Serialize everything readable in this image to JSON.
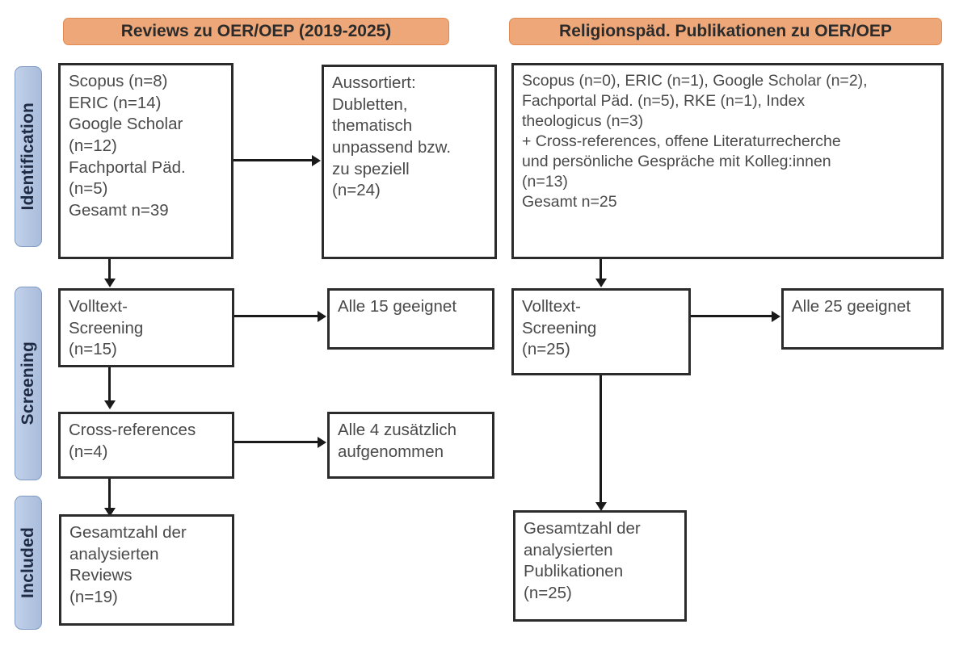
{
  "figure": {
    "type": "prisma-flow-diagram",
    "columns": [
      {
        "id": "reviews",
        "header": "Reviews zu OER/OEP (2019-2025)"
      },
      {
        "id": "religionspaed",
        "header": "Religionspäd. Publikationen zu OER/OEP"
      }
    ],
    "stages": [
      {
        "id": "identification",
        "label": "Identification"
      },
      {
        "id": "screening",
        "label": "Screening"
      },
      {
        "id": "included",
        "label": "Included"
      }
    ],
    "colors": {
      "header_fill": "#eda778",
      "header_border": "#e08a52",
      "stage_fill": "#b5c7e3",
      "stage_border": "#7f9bc4",
      "box_border": "#2b2b2b",
      "box_fill": "#ffffff",
      "text": "#4a4a4a",
      "connector": "#1a1a1a"
    }
  },
  "boxes": {
    "left_identification": "Scopus (n=8)\nERIC (n=14)\nGoogle Scholar\n(n=12)\nFachportal Päd.\n(n=5)\nGesamt n=39",
    "left_excluded": "Aussortiert:\nDubletten,\nthematisch\nunpassend bzw.\nzu speziell\n(n=24)",
    "left_screening": "Volltext-\nScreening\n(n=15)",
    "left_screening_result": "Alle 15 geeignet",
    "left_crossrefs": "Cross-references\n(n=4)",
    "left_crossrefs_result": "Alle 4 zusätzlich\naufgenommen",
    "left_included": "Gesamtzahl der\nanalysierten\nReviews\n(n=19)",
    "right_identification": "Scopus (n=0), ERIC (n=1), Google Scholar (n=2),\nFachportal Päd. (n=5), RKE (n=1), Index\ntheologicus (n=3)\n+ Cross-references, offene Literaturrecherche\nund persönliche Gespräche mit Kolleg:innen\n(n=13)\nGesamt n=25",
    "right_screening": "Volltext-\nScreening\n(n=25)",
    "right_screening_result": "Alle 25 geeignet",
    "right_included": "Gesamtzahl der\nanalysierten\nPublikationen\n(n=25)"
  },
  "counts": {
    "left_scopus": 8,
    "left_eric": 14,
    "left_google_scholar": 12,
    "left_fachportal": 5,
    "left_total": 39,
    "left_excluded": 24,
    "left_fulltext_screening": 15,
    "left_crossrefs": 4,
    "left_included": 19,
    "right_scopus": 0,
    "right_eric": 1,
    "right_google_scholar": 2,
    "right_fachportal": 5,
    "right_rke": 1,
    "right_index_theologicus": 3,
    "right_other_sources": 13,
    "right_total": 25,
    "right_fulltext_screening": 25,
    "right_included": 25
  }
}
